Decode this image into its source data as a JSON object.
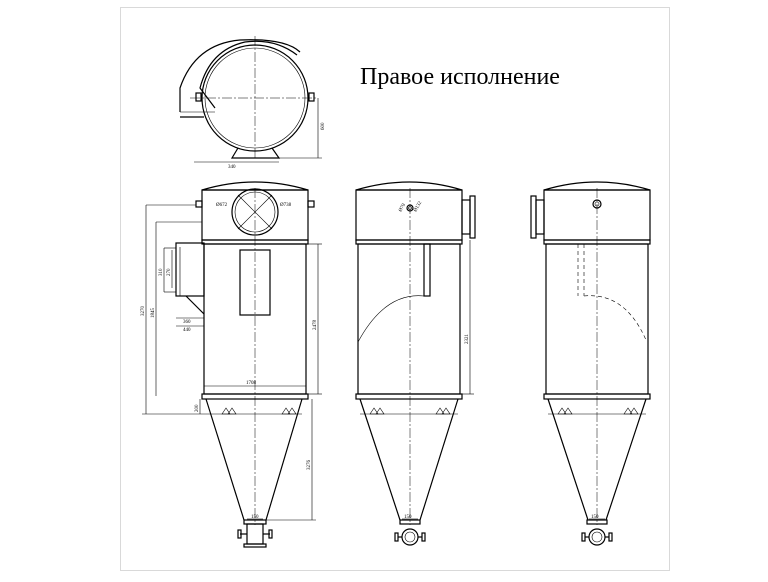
{
  "title": "Правое исполнение",
  "top_view": {
    "dims": {
      "d340": "340",
      "d600": "600"
    }
  },
  "view_1": {
    "callouts": {
      "c1": "Ø672",
      "c2": "Ø738"
    },
    "dims": {
      "h3270": "3270",
      "h1845": "1845",
      "h310": "310",
      "h270": "270",
      "w360": "360",
      "w440": "440",
      "w1708": "1708",
      "h2478": "2478",
      "h200": "200",
      "h3276": "3276",
      "w150": "150"
    }
  },
  "view_2": {
    "callouts": {
      "c1": "Ø70",
      "c2": "Ø132"
    },
    "dims": {
      "h2321": "2321",
      "w150": "150"
    }
  },
  "view_3": {
    "dims": {
      "w150": "150"
    }
  }
}
